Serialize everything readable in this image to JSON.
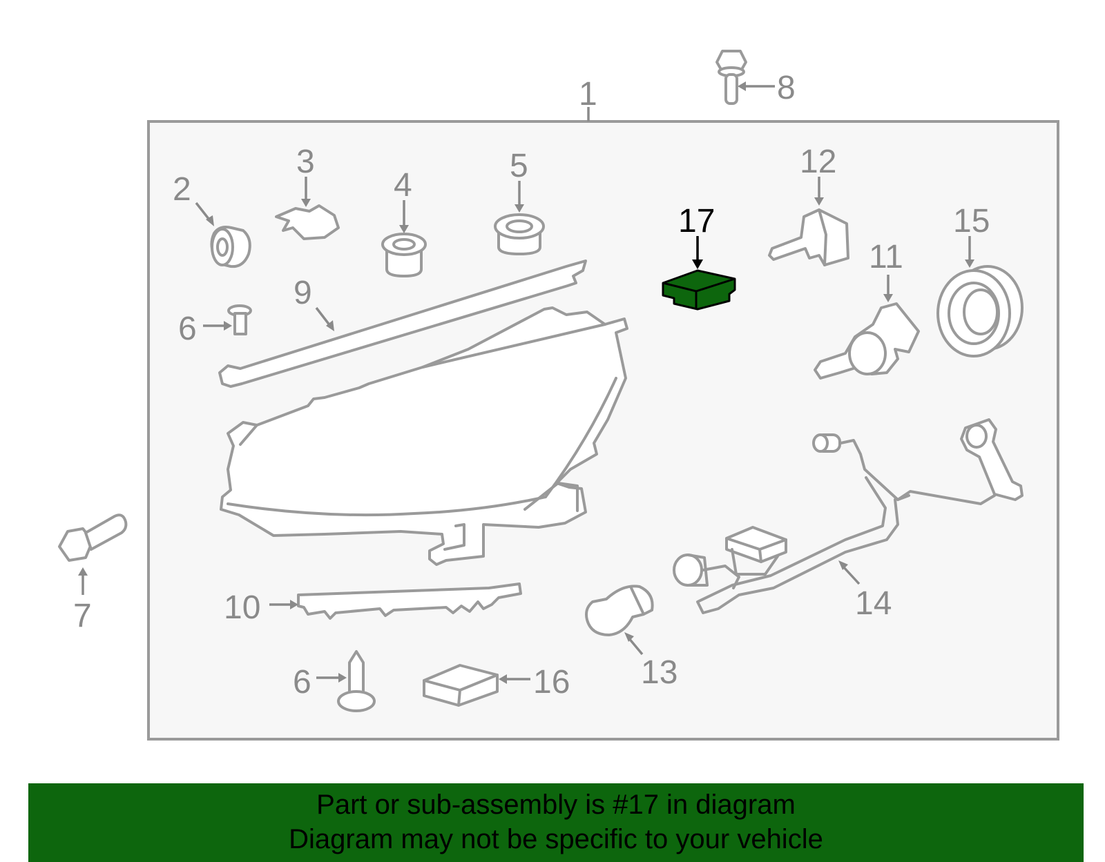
{
  "callouts": {
    "c1": "1",
    "c2": "2",
    "c3": "3",
    "c4": "4",
    "c5": "5",
    "c6a": "6",
    "c6b": "6",
    "c7": "7",
    "c8": "8",
    "c9": "9",
    "c10": "10",
    "c11": "11",
    "c12": "12",
    "c13": "13",
    "c14": "14",
    "c15": "15",
    "c16": "16",
    "c17": "17"
  },
  "highlighted_part": "17",
  "colors": {
    "highlight_fill": "#0d660d",
    "banner_background": "#0d660d",
    "frame_background": "#f7f7f7",
    "line_gray": "#9a9a9a"
  },
  "banner": {
    "line1": "Part or sub-assembly is #17 in diagram",
    "line2": "Diagram may not be specific to your vehicle"
  }
}
